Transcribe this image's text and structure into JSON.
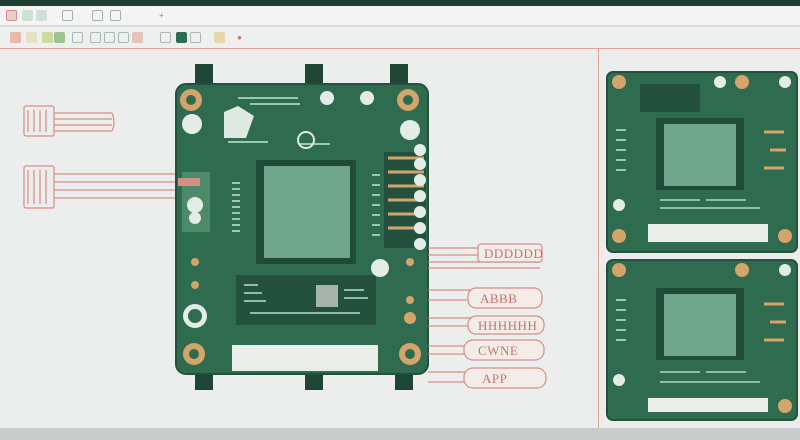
{
  "app": {
    "title": "",
    "accent": "#e2a59a",
    "board_color": "#2f6b4f",
    "chip_color": "#6fa58a",
    "pad_color": "#d4a46a"
  },
  "titlebar": {
    "icons": [
      "window-icon",
      "minimize-icon",
      "maximize-icon",
      "close-icon",
      "restore-icon",
      "help-icon"
    ]
  },
  "toolbar": {
    "icons": [
      "new-icon",
      "open-icon",
      "save-icon",
      "layer-icon",
      "grid-icon",
      "link-icon",
      "zoom-icon",
      "move-icon",
      "route-icon",
      "component-icon",
      "text-icon",
      "measure-icon",
      "export-icon",
      "settings-icon"
    ]
  },
  "callouts": {
    "labels": [
      "DDDDDD",
      "ABBB",
      "HHHHHH",
      "CWNE",
      "APP"
    ]
  },
  "side_panel": {
    "views": [
      "board-view-top",
      "board-view-bottom"
    ]
  }
}
